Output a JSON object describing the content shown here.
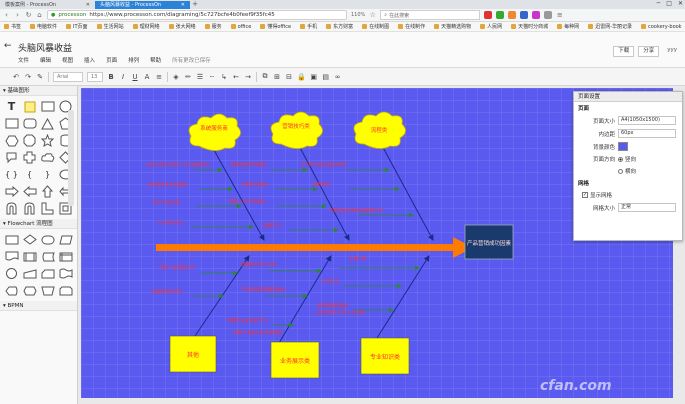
{
  "browser": {
    "tabs": [
      {
        "label": "模板案例 - ProcessOn",
        "active": false
      },
      {
        "label": "头脑风暴收益 - ProcessOn",
        "active": true
      }
    ],
    "window_controls": [
      "─",
      "□",
      "✕"
    ],
    "url": "https://www.processon.com/diagraming/5c727bcfe4b0feef9f35fc45",
    "url_domain": "processon",
    "zoom": "110%",
    "search_placeholder": "在此搜索",
    "bookmarks": [
      "书签",
      "电脑软件",
      "IT页面",
      "生活网站",
      "理财网络",
      "张大网络",
      "服务",
      "office",
      "懂得office",
      "手机",
      "东方财富",
      "在线制图",
      "在线制作",
      "天猫精选购物",
      "人民网",
      "天猫时分商城",
      "每种网",
      "迅雷网-华丽记录",
      "cookery-book",
      "cookery-bo"
    ]
  },
  "app": {
    "title": "头脑风暴收益",
    "menu": [
      "文件",
      "编辑",
      "视图",
      "插入",
      "页面",
      "排列",
      "帮助"
    ],
    "saved_status": "所有更改已保存",
    "download_label": "下载",
    "share_label": "分享",
    "user": "yyy"
  },
  "toolbar": {
    "font": "Arial",
    "font_size": "13"
  },
  "sidebar": {
    "sections": [
      {
        "title": "基础图形",
        "expanded": true
      },
      {
        "title": "Flowchart 流程图",
        "expanded": true
      },
      {
        "title": "BPMN",
        "expanded": true
      }
    ]
  },
  "diagram": {
    "clouds": [
      {
        "text": "系统服务商"
      },
      {
        "text": "营销技巧类"
      },
      {
        "text": "流程类"
      }
    ],
    "head_box": {
      "text": "产品营销成功因素"
    },
    "yellow_boxes": [
      {
        "text": "其他"
      },
      {
        "text": "业务展示类"
      },
      {
        "text": "专业知识类"
      }
    ],
    "labels": [
      "主导员务与实施人工与准备时间",
      "实际成本化标准面签",
      "用户价格信息",
      "人员分析信心",
      "销售技能实时辅导",
      "实用好的报单",
      "营销人员产品经理",
      "营销学习",
      "学习时间生长展示场所",
      "销售特点",
      "不断地运动和实施营销工作",
      "开展一些营销工作",
      "全面的技能分析",
      "营销知识学习工具",
      "学生技能自我管理能力",
      "营销专业知识的学习",
      "主要工具",
      "工作方法",
      "规范管理的服务",
      "营销人员能力的主要理念",
      "企业内部学习与人员分配"
    ]
  },
  "panel": {
    "title": "页面设置",
    "section_page": "页面",
    "size_label": "页面大小",
    "size_value": "A4(1050x1500)",
    "margin_label": "内边距",
    "margin_value": "60px",
    "bg_label": "背景颜色",
    "bg_color": "#5a5af0",
    "orient_label": "页面方向",
    "orient_portrait": "竖向",
    "orient_landscape": "横向",
    "section_grid": "网格",
    "show_grid": "显示网格",
    "grid_size_label": "网格大小",
    "grid_size_value": "正常"
  },
  "colors": {
    "canvas_bg": "#5a5af0",
    "spine": "#ff7b00",
    "cloud": "#ffff00",
    "head": "#1a3a6e",
    "label_text": "#ff3030",
    "arrow": "#2a8a2a"
  },
  "watermark": "cfan.com"
}
